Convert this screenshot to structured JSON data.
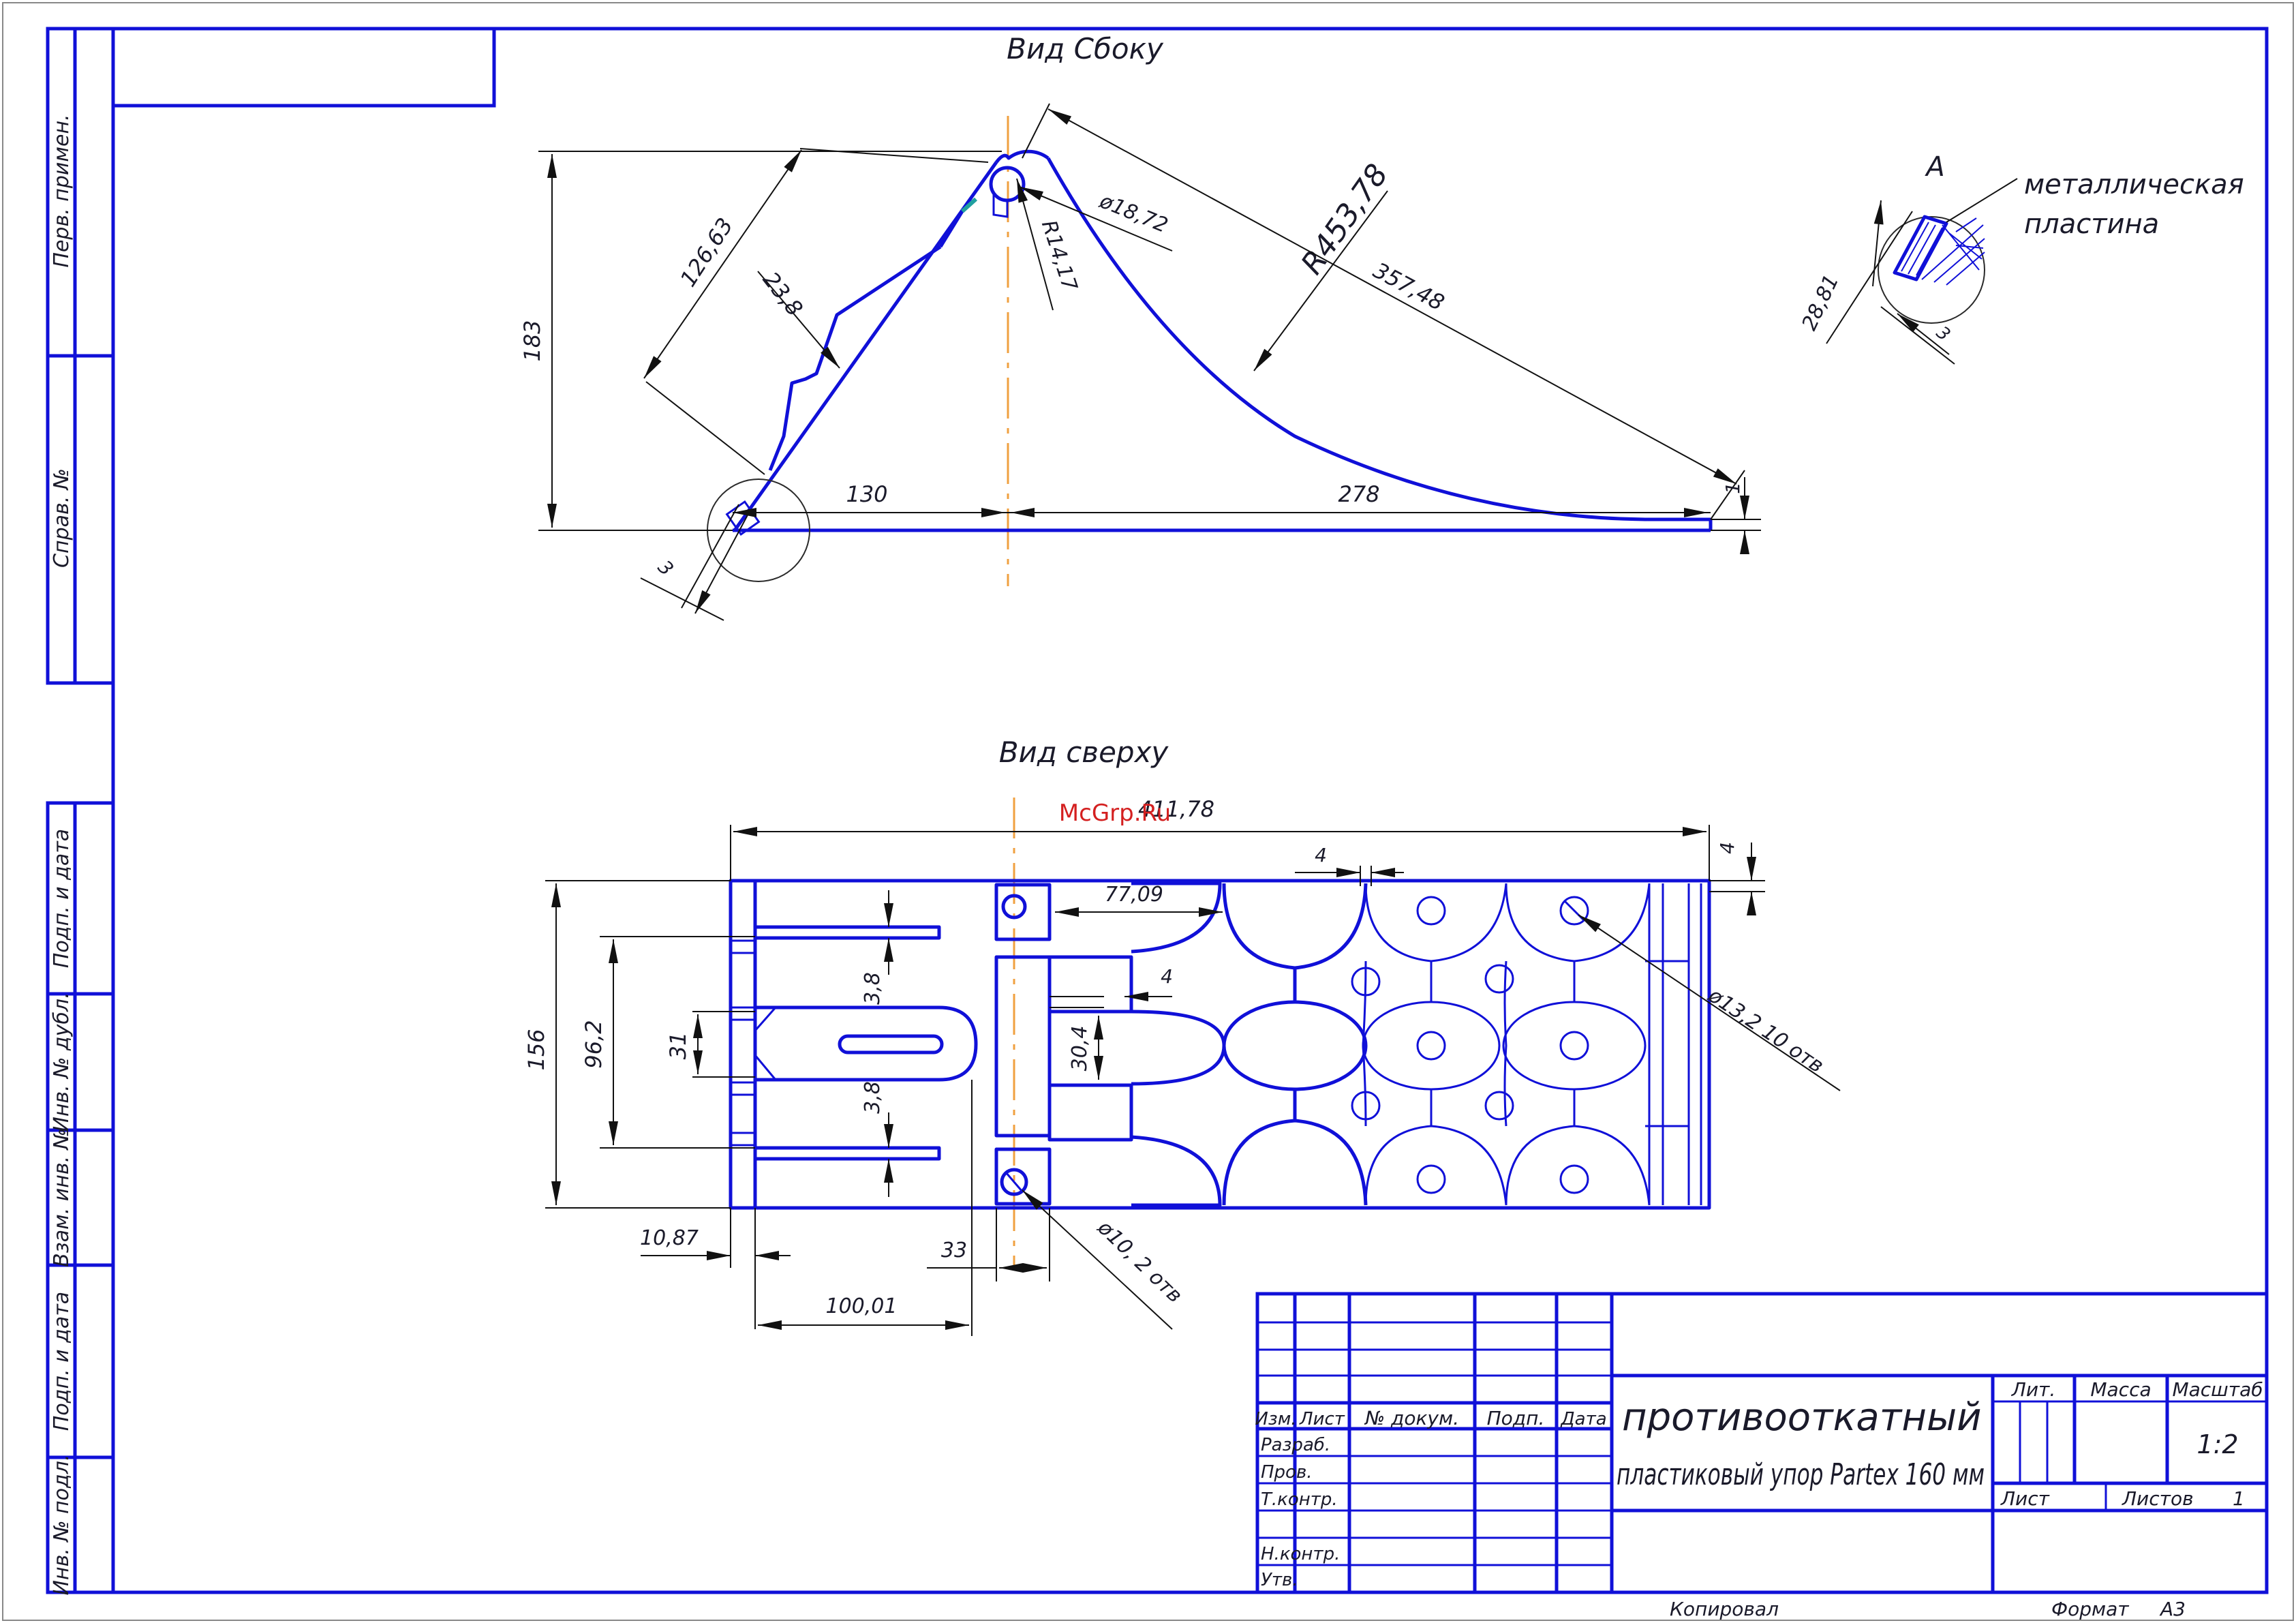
{
  "views": {
    "side_title": "Вид Сбоку",
    "top_title": "Вид сверху",
    "detail_label": "А",
    "detail_note_line1": "металлическая",
    "detail_note_line2": "пластина"
  },
  "dimensions": {
    "side": {
      "height_183": "183",
      "slope_126": "126,63",
      "step_23": "23,8",
      "hole_dia": "ø18,72",
      "hole_radius": "R14,17",
      "big_radius": "R453,78",
      "slope_357": "357,48",
      "base_130": "130",
      "base_278": "278",
      "plate_3": "3",
      "tip_1": "1"
    },
    "detail": {
      "d_28": "28,81",
      "d_3": "3"
    },
    "top": {
      "overall_length": "411,78",
      "edge_4": "4",
      "rib_77": "77,09",
      "gap_4": "4",
      "hole_big": "ø13,2 10 отв",
      "w_156": "156",
      "w_96": "96,2",
      "w_31": "31",
      "w_38a": "3,8",
      "w_38b": "3,8",
      "w_304": "30,4",
      "d_1087": "10,87",
      "d_33": "33",
      "d_10001": "100,01",
      "hole_small": "ø10, 2 отв"
    }
  },
  "side_stamps": [
    "Перв. примен.",
    "Справ. №",
    "Подп. и дата",
    "Инв. № дубл.",
    "Взам. инв. №",
    "Подп. и дата",
    "Инв. № подл."
  ],
  "title_block": {
    "col_izm": "Изм.",
    "col_list": "Лист",
    "col_doc": "№ докум.",
    "col_podp": "Подп.",
    "col_date": "Дата",
    "row_razrab": "Разраб.",
    "row_prov": "Пров.",
    "row_tkontr": "Т.контр.",
    "row_nkontr": "Н.контр.",
    "row_utv": "Утв.",
    "name_line1": "противооткатный",
    "name_line2": "пластиковый упор Partex 160 мм",
    "lit": "Лит.",
    "massa": "Масса",
    "masshtab": "Масштаб",
    "scale_value": "1:2",
    "list": "Лист",
    "listov": "Листов",
    "listov_value": "1",
    "kopiroval": "Копировал",
    "format": "Формат",
    "format_value": "А3"
  },
  "watermark": "McGrp.Ru"
}
